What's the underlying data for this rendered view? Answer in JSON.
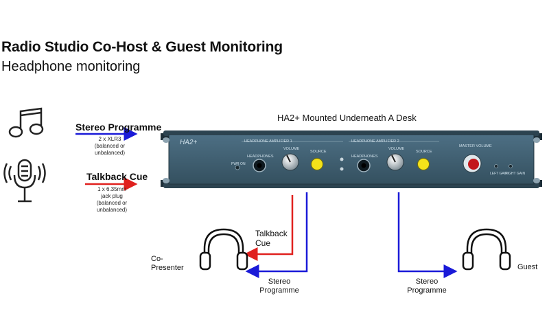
{
  "header": {
    "title": "Radio Studio Co-Host & Guest Monitoring",
    "subtitle": "Headphone monitoring"
  },
  "inputs": {
    "stereo": {
      "label": "Stereo Programme",
      "detail": [
        "2 x XLR3",
        "(balanced or",
        "unbalanced)"
      ]
    },
    "talkback": {
      "label": "Talkback Cue",
      "detail": [
        "1 x 6.35mm",
        "jack plug",
        "(balanced or",
        "unbalanced)"
      ]
    }
  },
  "unit": {
    "caption": "HA2+ Mounted Underneath A Desk",
    "logo": "HA2+",
    "panel": {
      "pwr_on": "PWR ON",
      "amp1_heading": "HEADPHONE AMPLIFIER 1",
      "amp2_heading": "HEADPHONE AMPLIFIER 2",
      "headphones1": "HEADPHONES",
      "volume1": "VOLUME",
      "source1": "SOURCE",
      "headphones2": "HEADPHONES",
      "volume2": "VOLUME",
      "source2": "SOURCE",
      "master_volume": "MASTER VOLUME",
      "left_gain": "LEFT GAIN",
      "right_gain": "RIGHT GAIN"
    }
  },
  "outputs": {
    "talkback_cue": "Talkback Cue",
    "stereo_programme_1": "Stereo Programme",
    "stereo_programme_2": "Stereo Programme",
    "co_presenter": "Co-Presenter",
    "guest": "Guest"
  },
  "colors": {
    "stereo_line": "#1a1ad8",
    "talkback_line": "#e0201e",
    "panel": "#3f5f73",
    "knob_yellow": "#f4e21a",
    "knob_red": "#c2171b"
  },
  "icons": [
    "music-note-icon",
    "microphone-icon",
    "headphones-icon"
  ]
}
